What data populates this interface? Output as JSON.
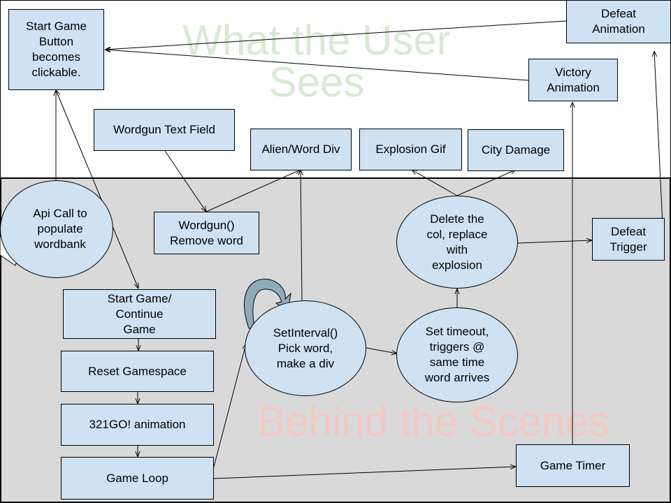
{
  "regions": {
    "top_label": "What the User Sees",
    "bottom_label": "Behind the Scenes"
  },
  "nodes": {
    "start_button": "Start Game\nButton\nbecomes\nclickable.",
    "defeat_animation": "Defeat\nAnimation",
    "victory_animation": "Victory\nAnimation",
    "wordgun_text_field": "Wordgun Text Field",
    "alien_word_div": "Alien/Word Div",
    "explosion_gif": "Explosion Gif",
    "city_damage": "City Damage",
    "api_call": "Api Call to\npopulate\nwordbank",
    "wordgun_remove": "Wordgun()\nRemove word",
    "delete_col": "Delete the\ncol, replace\nwith\nexplosion",
    "defeat_trigger": "Defeat\nTrigger",
    "start_continue": "Start Game/\nContinue\nGame",
    "reset_gamespace": "Reset Gamespace",
    "countdown_animation": "321GO! animation",
    "game_loop": "Game Loop",
    "set_interval": "SetInterval()\nPick word,\nmake a div",
    "set_timeout": "Set timeout,\ntriggers @\nsame time\nword arrives",
    "game_timer": "Game Timer"
  },
  "colors": {
    "box_fill": "#cfe2f3",
    "bottom_fill": "#d9d9d9",
    "top_watermark": "#d9ead3",
    "bottom_watermark": "#f4c7c3",
    "loop_arrow": "#8eaabd"
  }
}
